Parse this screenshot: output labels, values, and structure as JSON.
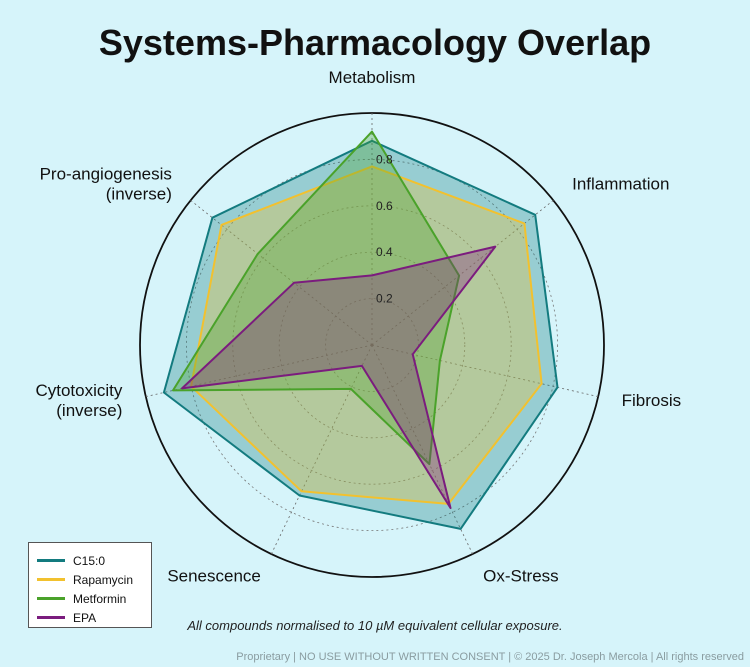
{
  "title": "Systems-Pharmacology Overlap",
  "footnote": "All compounds normalised to 10 µM equivalent cellular exposure.",
  "copyright": "Proprietary | NO USE WITHOUT WRITTEN CONSENT | © 2025 Dr. Joseph Mercola | All rights reserved",
  "colors": {
    "background": "#d6f4fa"
  },
  "legend": [
    {
      "label": "C15:0",
      "color": "#137b7f"
    },
    {
      "label": "Rapamycin",
      "color": "#f2c12e"
    },
    {
      "label": "Metformin",
      "color": "#4aa22a"
    },
    {
      "label": "EPA",
      "color": "#7b1c7e"
    }
  ],
  "chart_data": {
    "type": "radar",
    "axes": [
      {
        "lines": [
          "Metabolism"
        ]
      },
      {
        "lines": [
          "Inflammation"
        ]
      },
      {
        "lines": [
          "Fibrosis"
        ]
      },
      {
        "lines": [
          "Ox-Stress"
        ]
      },
      {
        "lines": [
          "Senescence"
        ]
      },
      {
        "lines": [
          "Cytotoxicity",
          "(inverse)"
        ]
      },
      {
        "lines": [
          "Pro-angiogenesis",
          "(inverse)"
        ]
      }
    ],
    "ticks": [
      "0.2",
      "0.4",
      "0.6",
      "0.8"
    ],
    "tick_values": [
      0.2,
      0.4,
      0.6,
      0.8
    ],
    "rmax": 1.0,
    "series": [
      {
        "name": "C15:0",
        "color": "#137b7f",
        "values": [
          0.88,
          0.9,
          0.82,
          0.88,
          0.72,
          0.92,
          0.88
        ]
      },
      {
        "name": "Rapamycin",
        "color": "#f2c12e",
        "values": [
          0.77,
          0.84,
          0.75,
          0.76,
          0.7,
          0.8,
          0.83
        ]
      },
      {
        "name": "Metformin",
        "color": "#4aa22a",
        "values": [
          0.92,
          0.48,
          0.3,
          0.57,
          0.21,
          0.88,
          0.63
        ]
      },
      {
        "name": "EPA",
        "color": "#7b1c7e",
        "values": [
          0.3,
          0.68,
          0.18,
          0.78,
          0.1,
          0.84,
          0.43
        ]
      }
    ]
  }
}
